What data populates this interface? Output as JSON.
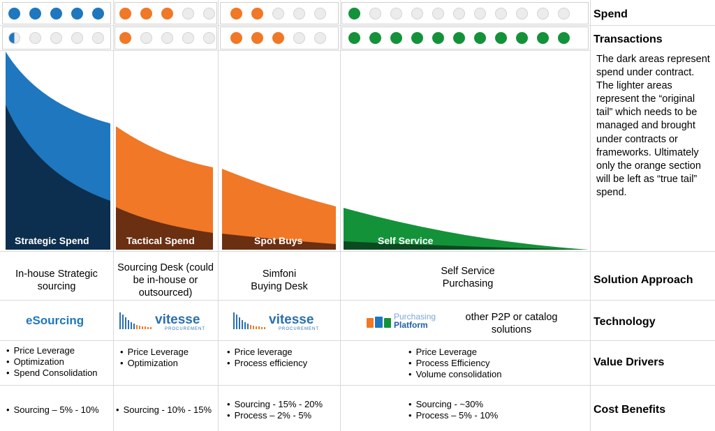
{
  "colors": {
    "strategic_light": "#1e77bf",
    "strategic_dark": "#0c2f4f",
    "tactical_light": "#f07826",
    "tactical_dark": "#6b2f12",
    "spot_light": "#f07826",
    "spot_dark": "#6b2f12",
    "self_light": "#14923a",
    "self_dark": "#0b4a20",
    "empty_dot": "#ececec",
    "grid_line": "#d9d9d9"
  },
  "row_labels": {
    "spend": "Spend",
    "transactions": "Transactions",
    "solution_approach": "Solution Approach",
    "technology": "Technology",
    "value_drivers": "Value Drivers",
    "cost_benefits": "Cost Benefits"
  },
  "ratings": {
    "strategic": {
      "spend_filled": 5,
      "spend_total": 5,
      "transactions_filled": 0.5,
      "transactions_total": 5
    },
    "tactical": {
      "spend_filled": 3,
      "spend_total": 5,
      "transactions_filled": 1,
      "transactions_total": 5
    },
    "spot": {
      "spend_filled": 2,
      "spend_total": 5,
      "transactions_filled": 3,
      "transactions_total": 5
    },
    "self": {
      "spend_filled": 1,
      "spend_total": 11,
      "transactions_filled": 11,
      "transactions_total": 11
    }
  },
  "segments": {
    "strategic": {
      "name": "Strategic Spend",
      "solution": "In-house Strategic sourcing",
      "technology": "eSourcing",
      "value_drivers": [
        "Price Leverage",
        "Optimization",
        "Spend Consolidation"
      ],
      "cost_benefits": [
        "Sourcing – 5% - 10%"
      ]
    },
    "tactical": {
      "name": "Tactical Spend",
      "solution": "Sourcing Desk (could be in-house or outsourced)",
      "technology": "vitesse",
      "technology_sub": "PROCUREMENT",
      "value_drivers": [
        "Price Leverage",
        "Optimization"
      ],
      "cost_benefits": [
        "Sourcing -  10% - 15%"
      ]
    },
    "spot": {
      "name": "Spot Buys",
      "solution_line1": "Simfoni",
      "solution_line2": "Buying Desk",
      "technology": "vitesse",
      "technology_sub": "PROCUREMENT",
      "value_drivers": [
        "Price leverage",
        "Process efficiency"
      ],
      "cost_benefits": [
        "Sourcing - 15% - 20%",
        "Process – 2% - 5%"
      ]
    },
    "self": {
      "name": "Self Service",
      "solution_line1": "Self Service",
      "solution_line2": "Purchasing",
      "technology_logo_line1": "Purchasing",
      "technology_logo_line2": "Platform",
      "technology_other": "other P2P or catalog solutions",
      "value_drivers": [
        "Price Leverage",
        "Process Efficiency",
        "Volume consolidation"
      ],
      "cost_benefits": [
        "Sourcing - ~30%",
        "Process – 5% - 10%"
      ]
    }
  },
  "note": "The dark areas represent spend under contract. The lighter areas represent the “original tail” which needs to be managed and brought under contracts or frameworks. Ultimately only the orange section will be left as “true tail” spend."
}
